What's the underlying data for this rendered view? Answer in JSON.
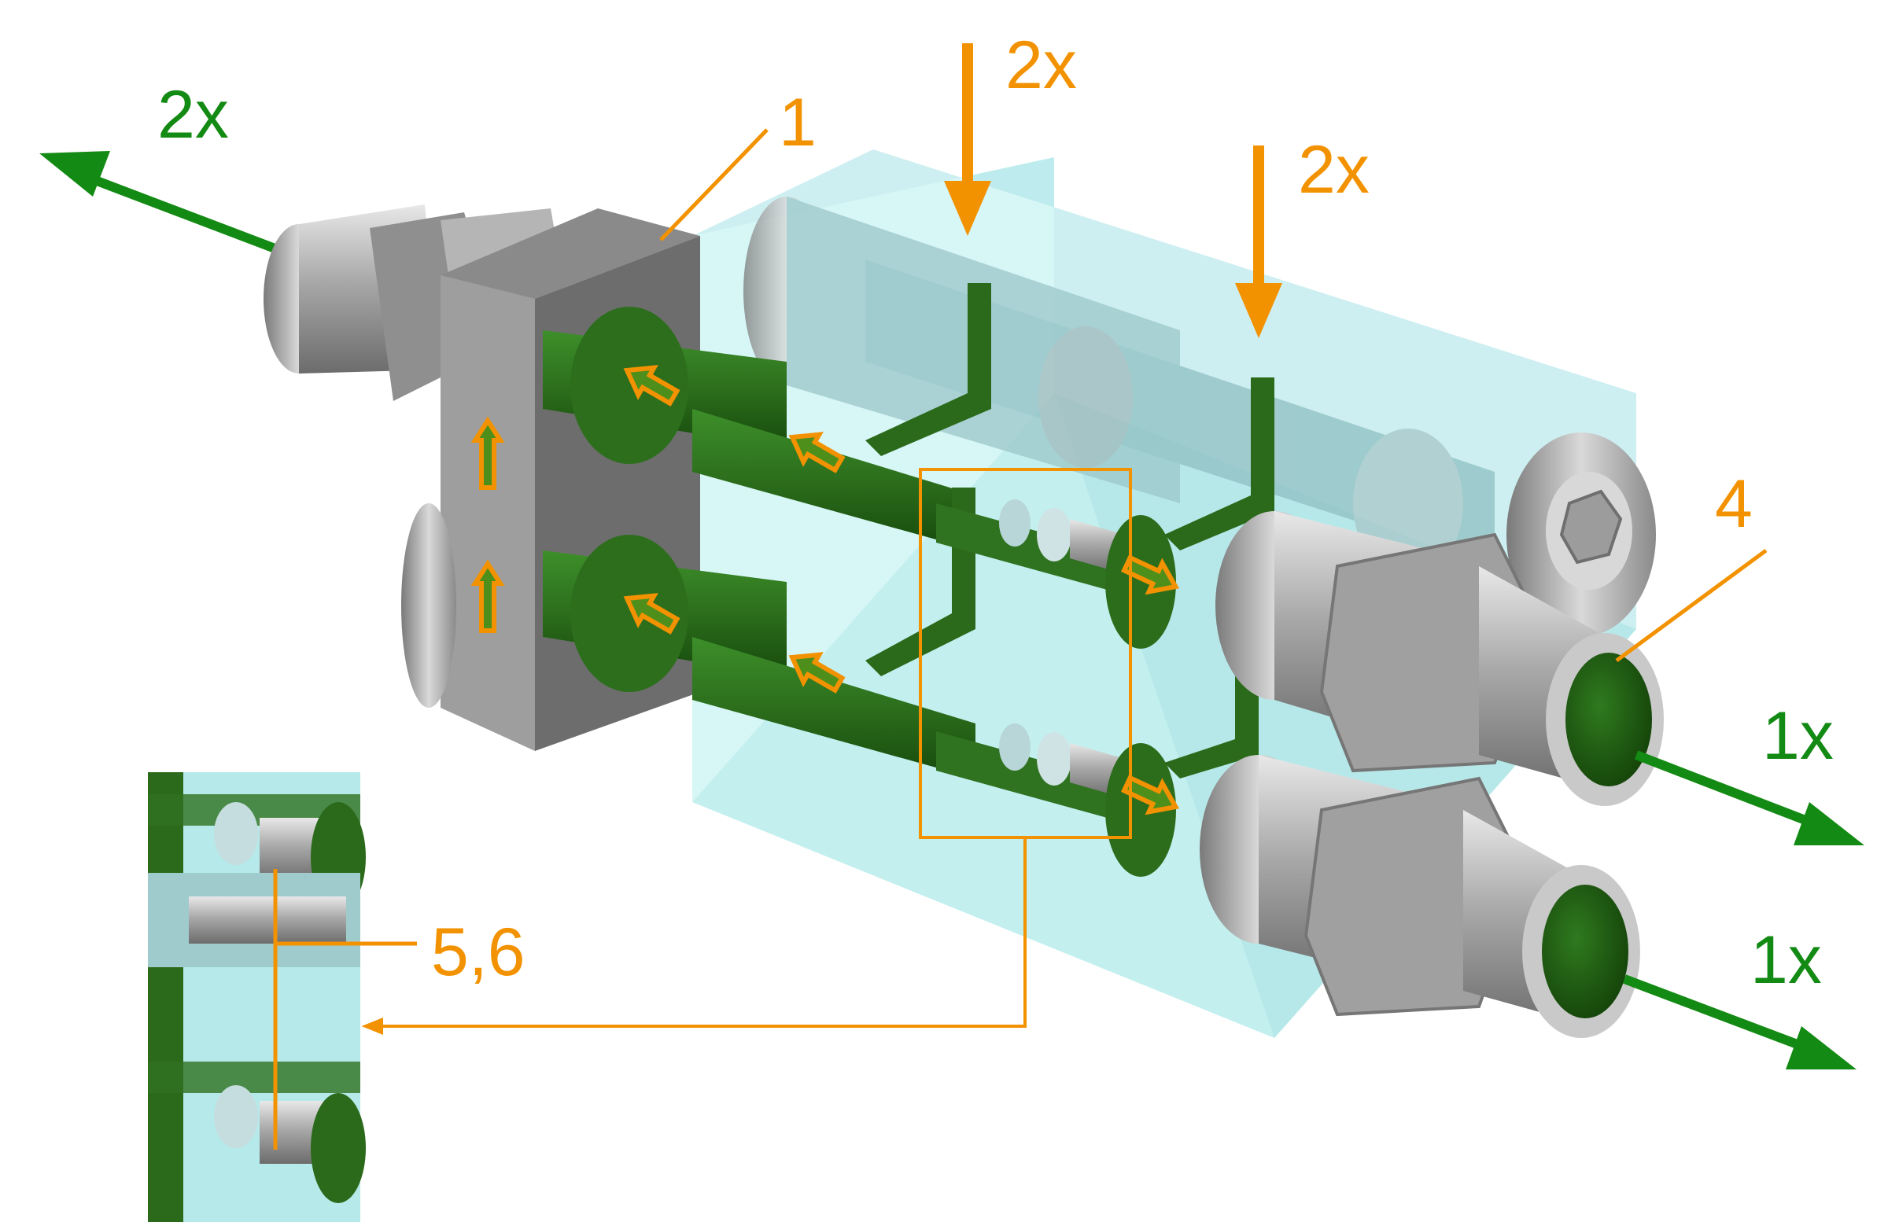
{
  "labels": {
    "part_1": "1",
    "part_4": "4",
    "part_56": "5,6",
    "flow_left": "2x",
    "inlet_a": "2x",
    "inlet_b": "2x",
    "outlet_top": "1x",
    "outlet_bottom": "1x"
  },
  "colors": {
    "orange": "#f39200",
    "green": "#138a13",
    "dark_green": "#1e5c12",
    "glass": "#bfeeee",
    "steel": "#a8a8a8"
  }
}
